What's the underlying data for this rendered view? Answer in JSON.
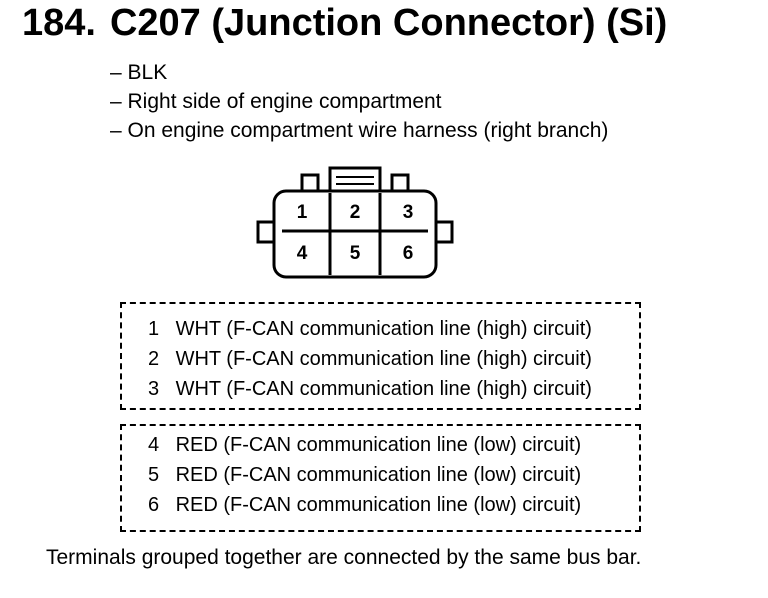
{
  "header": {
    "number": "184.",
    "title": "C207 (Junction Connector) (Si)"
  },
  "details": [
    "– BLK",
    "– Right side of engine compartment",
    "– On engine compartment wire harness (right branch)"
  ],
  "connector": {
    "pins_top": [
      "1",
      "2",
      "3"
    ],
    "pins_bottom": [
      "4",
      "5",
      "6"
    ]
  },
  "groups": [
    {
      "terminals": [
        {
          "pin": "1",
          "desc": "WHT (F-CAN communication line (high) circuit)"
        },
        {
          "pin": "2",
          "desc": "WHT (F-CAN communication line (high) circuit)"
        },
        {
          "pin": "3",
          "desc": "WHT (F-CAN communication line (high) circuit)"
        }
      ]
    },
    {
      "terminals": [
        {
          "pin": "4",
          "desc": "RED (F-CAN communication line (low) circuit)"
        },
        {
          "pin": "5",
          "desc": "RED (F-CAN communication line (low) circuit)"
        },
        {
          "pin": "6",
          "desc": "RED (F-CAN communication line (low) circuit)"
        }
      ]
    }
  ],
  "footer": {
    "note": "Terminals grouped together are connected by the same bus bar."
  }
}
